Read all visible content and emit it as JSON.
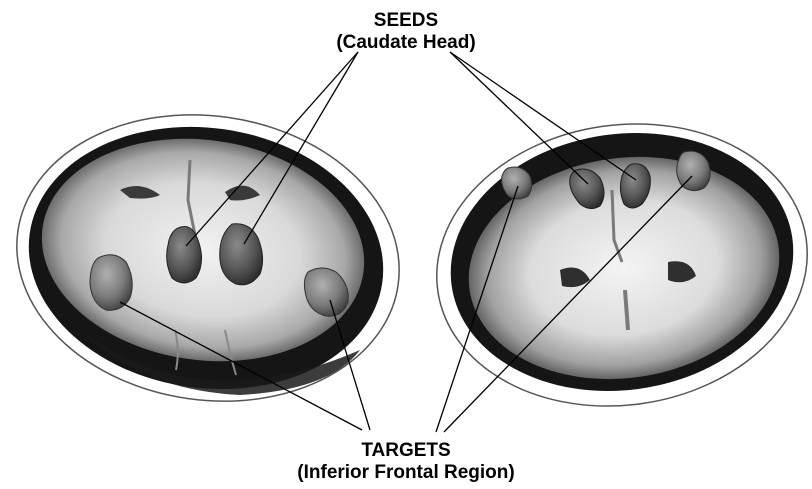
{
  "labels": {
    "seeds_title": "SEEDS",
    "seeds_subtitle": "(Caudate Head)",
    "targets_title": "TARGETS",
    "targets_subtitle": "(Inferior Frontal Region)"
  },
  "colors": {
    "background": "#ffffff",
    "cortex_dark": "#111111",
    "white_matter": "#e8e8e8",
    "roi_fill": "#5a5a5a",
    "leader_line": "#000000"
  }
}
